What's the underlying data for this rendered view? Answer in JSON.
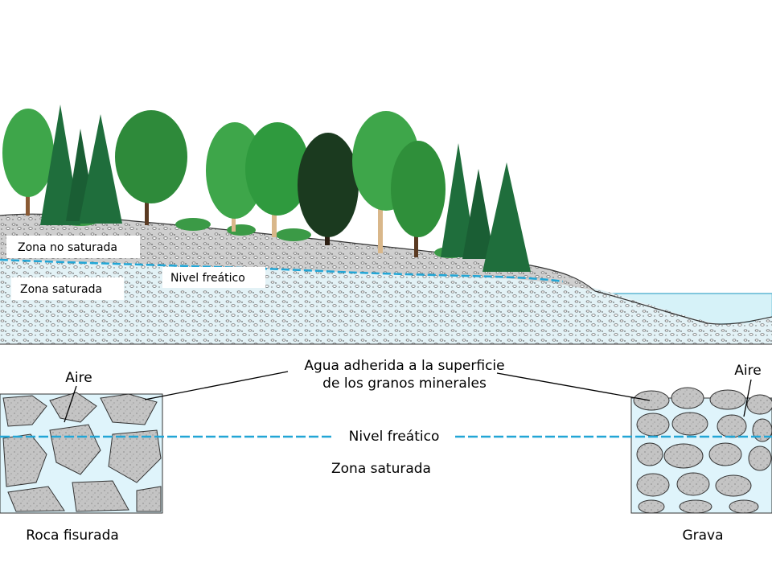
{
  "top_labels": {
    "unsaturated_zone": "Zona no saturada",
    "saturated_zone": "Zona saturada",
    "water_table": "Nivel freático"
  },
  "detail_labels": {
    "water_adhered_line1": "Agua adherida a la superficie",
    "water_adhered_line2": "de los granos minerales",
    "air_left": "Aire",
    "air_right": "Aire",
    "water_table": "Nivel freático",
    "saturated_zone": "Zona saturada",
    "fissured_rock": "Roca fisurada",
    "gravel": "Grava"
  },
  "colors": {
    "water": "#dff4fb",
    "lake": "#d6f2f8",
    "water_table_line": "#22a6d6",
    "rock": "#c8c8c8",
    "soil_dry": "#c9c9c9",
    "soil_wet": "#e2f1f5",
    "tree_green": "#2f8f3a",
    "tree_dark": "#1a3d1f",
    "pine": "#1f6e3c",
    "trunk": "#b8875a"
  }
}
